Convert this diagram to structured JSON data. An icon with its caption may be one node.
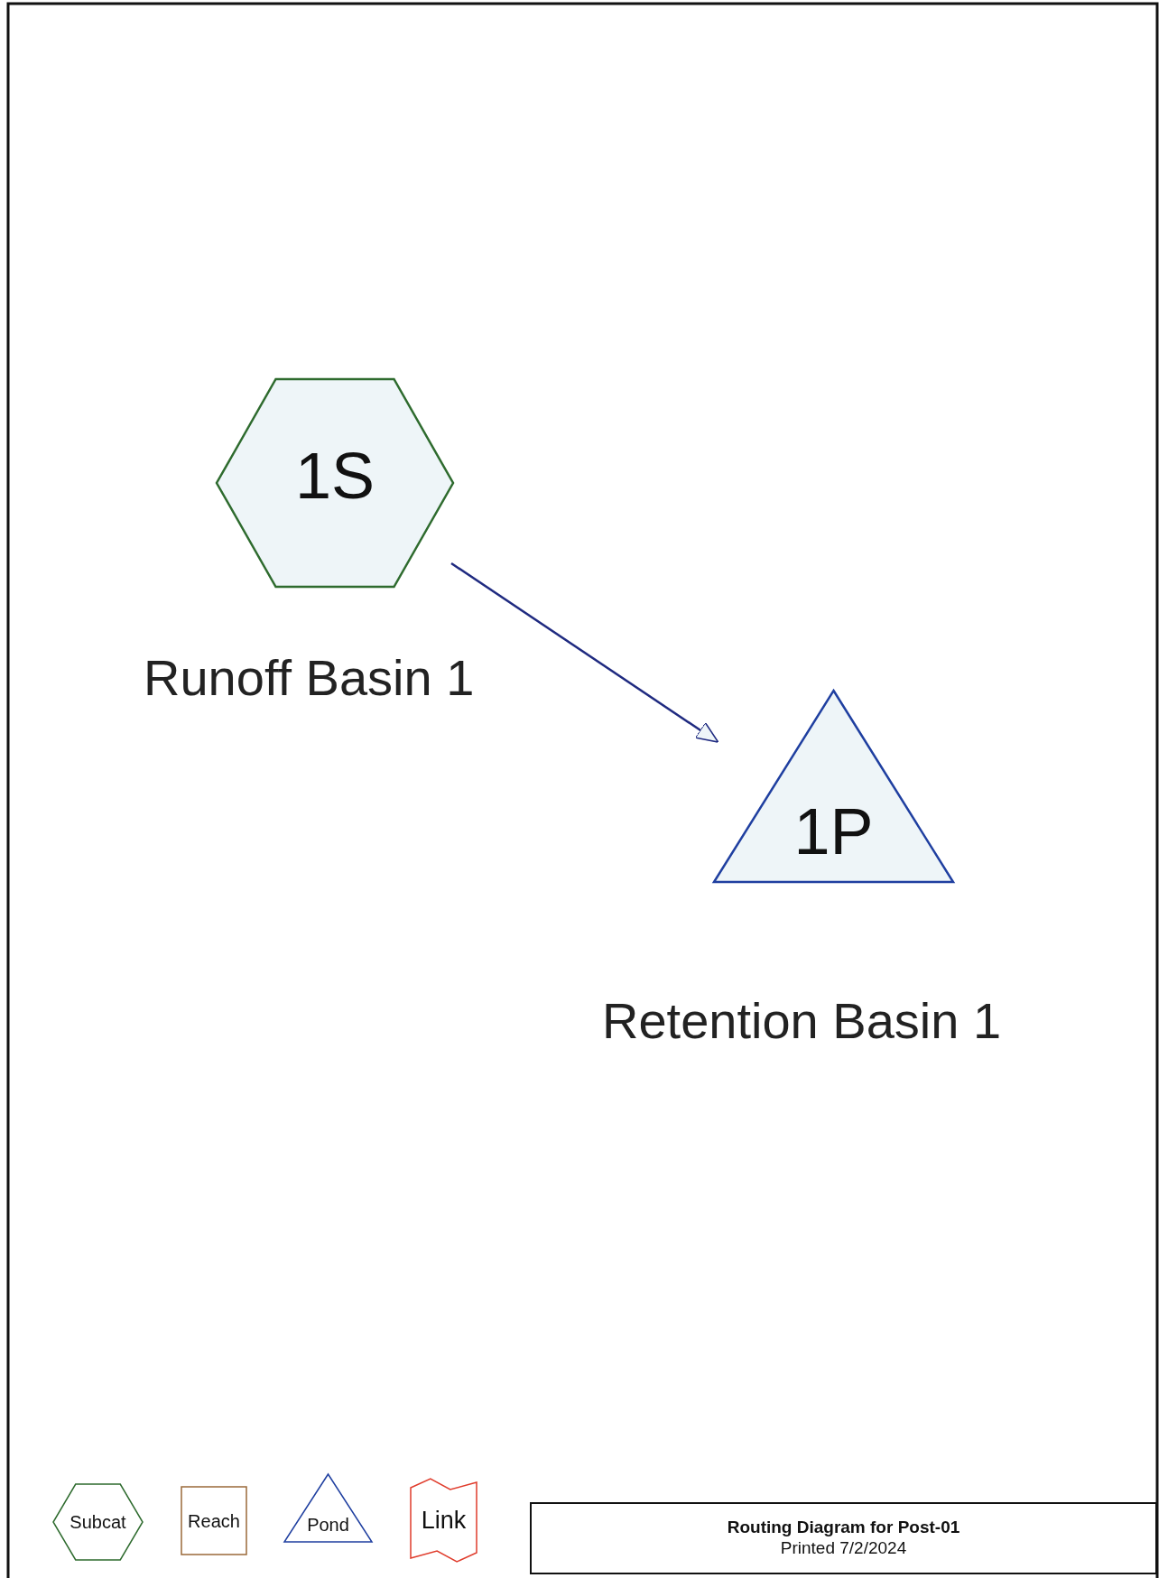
{
  "diagram": {
    "title": "Routing Diagram for Post-01",
    "nodes": [
      {
        "text": [
          "1S"
        ],
        "beside": [
          "Runoff Basin 1"
        ]
      },
      {
        "text": [
          "1P"
        ],
        "beside": [
          "Retention Basin 1"
        ]
      },
      {
        "text": [
          "Subcat"
        ]
      },
      {
        "text": [
          "Reach"
        ]
      },
      {
        "text": [
          "Pond"
        ]
      },
      {
        "text": [
          "Link"
        ]
      }
    ],
    "edges": [
      {
        "from": 0,
        "to": 1,
        "arrow": "to"
      }
    ],
    "labels": [
      "Printed 7/2/2024"
    ]
  }
}
